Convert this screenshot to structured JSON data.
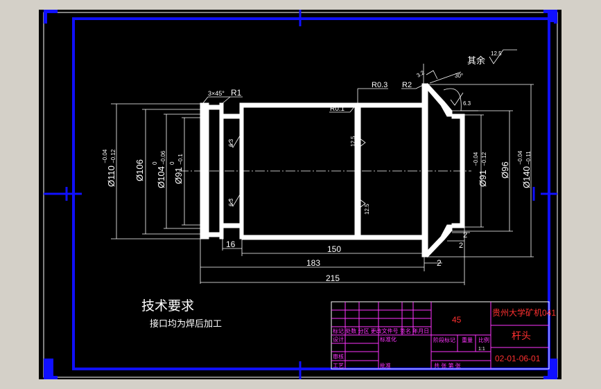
{
  "colors": {
    "frame": "#1010ff",
    "paper": "#000000",
    "part": "#ffffff",
    "title_block": "#ff33ff",
    "title_text": "#ff3030",
    "background": "#d4d0c8"
  },
  "dims": {
    "d110": "Ø110",
    "d110_tol_up": "−0.04",
    "d110_tol_lo": "−0.12",
    "d106": "Ø106",
    "d104": "Ø104",
    "d104_tol_up": "0",
    "d104_tol_lo": "−0.06",
    "d91l": "Ø91",
    "d91l_tol_up": "0",
    "d91l_tol_lo": "−0.1",
    "d91r": "Ø91",
    "d91r_tol_up": "−0.04",
    "d91r_tol_lo": "−0.12",
    "d96": "Ø96",
    "d140": "Ø140",
    "d140_tol_up": "−0.04",
    "d140_tol_lo": "−0.11",
    "len16": "16",
    "len150": "150",
    "len183": "183",
    "len215": "215",
    "len2a": "2",
    "len2b": "2",
    "len2c": "2",
    "chamfer": "3×45°",
    "r1": "R1",
    "r03": "R0.3",
    "r01": "R0.1",
    "r2": "R2",
    "ra63a": "6.3",
    "ra63b": "6.3",
    "ra63c": "6.3",
    "ra125a": "12.5",
    "ra125b": "12.5",
    "ra32": "3.2",
    "deg30": "30°",
    "rest_label": "其余",
    "rest_value": "12.5"
  },
  "tech": {
    "title": "技术要求",
    "line1": "接口均为焊后加工"
  },
  "title_block": {
    "material": "45",
    "school": "贵州大学矿机041",
    "part_name": "杆头",
    "drawing_no": "02-01-06-01",
    "header_row": "标记 处数 分区 更改文件号 签名 年月日",
    "design": "设计",
    "standardize": "标准化",
    "stage_mark": "阶段标记",
    "weight": "重量",
    "scale": "比例",
    "scale_value": "1:1",
    "review": "审核",
    "process": "工艺",
    "approve": "批准",
    "sheets": "共  张 第  张"
  }
}
